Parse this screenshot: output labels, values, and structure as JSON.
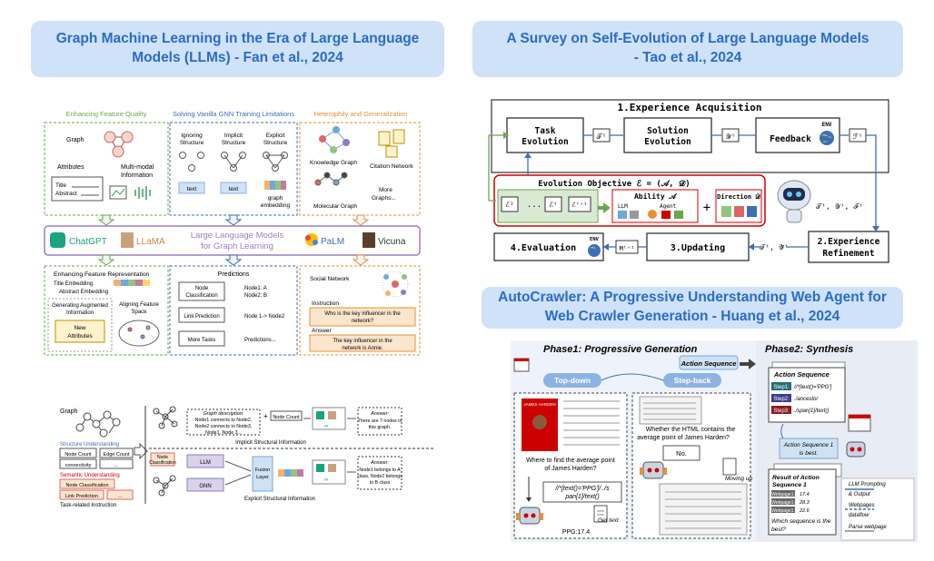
{
  "banners": {
    "b1": {
      "line1": "Graph Machine Learning in the Era of Large Language",
      "line2": "Models (LLMs) - Fan et al., 2024"
    },
    "b2": {
      "line1": "A Survey on Self-Evolution of Large Language Models",
      "line2": "- Tao et al., 2024"
    },
    "b3": {
      "line1": "AutoCrawler: A Progressive Understanding Web Agent for",
      "line2": "Web Crawler Generation - Huang et al., 2024"
    }
  },
  "fig1": {
    "headers": [
      "Enhancing Feature Quality",
      "Solving Vanilla GNN Training Limitations",
      "Heterophily and Generalization"
    ],
    "graph": "Graph",
    "attributes": "Attributes",
    "title_abstract": [
      "Title",
      "Abstract"
    ],
    "multimodal": [
      "Multi-modal",
      "Information"
    ],
    "structs": [
      [
        "Ignoring",
        "Structure"
      ],
      [
        "Implicit",
        "Structure"
      ],
      [
        "Explicit",
        "Structure"
      ]
    ],
    "text_label": "text",
    "graph_embedding": [
      "graph",
      "embedding"
    ],
    "hetero": [
      "Knowledge Graph",
      "Citation Network",
      "Molecular Graph",
      "More",
      "Graphs..."
    ],
    "llm_names": [
      "ChatGPT",
      "LLaMA",
      "PaLM",
      "Vicuna"
    ],
    "center": [
      "Large Language Models",
      "for Graph Learning"
    ],
    "rep_title": "Enhancing Feature Representation",
    "rep_items": [
      "Title Embedding",
      "Abstract Embedding"
    ],
    "gen_aug": [
      "Generating Augmented",
      "Information"
    ],
    "align": [
      "Aligning Feature",
      "Space"
    ],
    "new_attr": [
      "New",
      "Attributes"
    ],
    "predictions": "Predictions",
    "pred_tasks": [
      [
        "Node",
        "Classification"
      ],
      [
        "Link Prediction"
      ],
      [
        "More Tasks"
      ]
    ],
    "pred_results": [
      [
        "Node1: A",
        "Node2: B"
      ],
      [
        "Node 1-> Node2"
      ],
      [
        "Predictions..."
      ]
    ],
    "social": "Social Network",
    "instruction": "Instruction",
    "instruction_text": [
      "Who is the key influencer in the",
      "network?"
    ],
    "answer": "Answer",
    "answer_text": [
      "The key influencer in the",
      "network is Annie."
    ]
  },
  "fig2": {
    "graph": "Graph",
    "struct_und": "Structure Understanding",
    "chips1": [
      "Node Count",
      "Edge Count",
      "connectivity",
      "..."
    ],
    "sem_und": "Semantic Understanding",
    "chips2": [
      "Node Classification",
      "Link Prediction",
      "..."
    ],
    "task_instr": "Task-related Instruction",
    "graph_desc_title": "Graph description:",
    "graph_desc": [
      "Node1 connects to Node2,",
      "Node2 connects to Node3,",
      "Node1, Node 3..."
    ],
    "node_count": "Node Count",
    "answer1_title": "Answer:",
    "answer1": [
      "There are 7 nodes in",
      "this graph."
    ],
    "implicit": "Implicit Structural Information",
    "node_class": [
      "Node",
      "Classification"
    ],
    "llm": "LLM",
    "gnn": "GNN",
    "fusion": [
      "Fusion",
      "Layer"
    ],
    "answer2_title": "Answer:",
    "answer2": [
      "Node1 belongs to A",
      "class, Node2 belongs",
      "to B class"
    ],
    "explicit": "Explicit Structural Information"
  },
  "fig3": {
    "experience_acq": "1.Experience Acquisition",
    "task_evolution": [
      "Task",
      "Evolution"
    ],
    "solution_evolution": [
      "Solution",
      "Evolution"
    ],
    "feedback": "Feedback",
    "env": "ENV",
    "sym_t": "𝒯ᵗ",
    "sym_y": "𝒴ᵗ",
    "sym_f": "ℱᵗ",
    "objective": "Evolution Objective ℰ = (𝒜, 𝒟)",
    "e1": "ℰ¹",
    "ellipsis": "...",
    "et": "ℰᵗ",
    "et1": "ℰᵗ⁺¹",
    "ability": "Ability 𝒜",
    "llm": "LLM",
    "agent": "Agent",
    "plus": "+",
    "direction": "Direction 𝒟",
    "tyf": "𝒯ᵗ, 𝒴ᵗ, ℱᵗ",
    "exp_refine": [
      "2.Experience",
      "Refinement"
    ],
    "t_ty": "𝒯ᵗ, 𝒴̃ᵗ",
    "updating": "3.Updating",
    "m_t1": "Mᵗ⁺¹",
    "evaluation": "4.Evaluation"
  },
  "fig4": {
    "phase1": "Phase1: Progressive Generation",
    "action_sequence": "Action Sequence",
    "top_down": "Top-down",
    "step_back": "Step-back",
    "phase2": "Phase2: Synthesis",
    "q1": [
      "Where to find the average point",
      "of James Harden?"
    ],
    "xpath1": [
      "//*[text()='PPG']/../s",
      "pan[1]/text()"
    ],
    "get_text": "Get text",
    "ppg": "PPG:17.4",
    "q2": [
      "Whether the HTML contains the",
      "average point of James Harden?"
    ],
    "no": "No.",
    "moving_up": "Moving up",
    "seq_title": "Action Sequence",
    "steps": [
      "Step1:",
      "Step2:",
      "Step3:"
    ],
    "step_vals": [
      "//*[text()='PPG']",
      "./ancestor",
      "./span[1]/text()"
    ],
    "best": [
      "Action Sequence 1",
      "is best."
    ],
    "result_title": [
      "Result of Action",
      "Sequence 1"
    ],
    "result_vals": [
      "17.4",
      "28.3",
      "22.6"
    ],
    "result_label": "Webpage1:",
    "which": [
      "Which sequence is the",
      "best?"
    ],
    "legend": [
      [
        "LLM Prompting",
        "& Output"
      ],
      [
        "Webpages",
        "dataflow"
      ],
      [
        "Parse webpage"
      ]
    ],
    "card_name": "JAMES HARDEN"
  }
}
